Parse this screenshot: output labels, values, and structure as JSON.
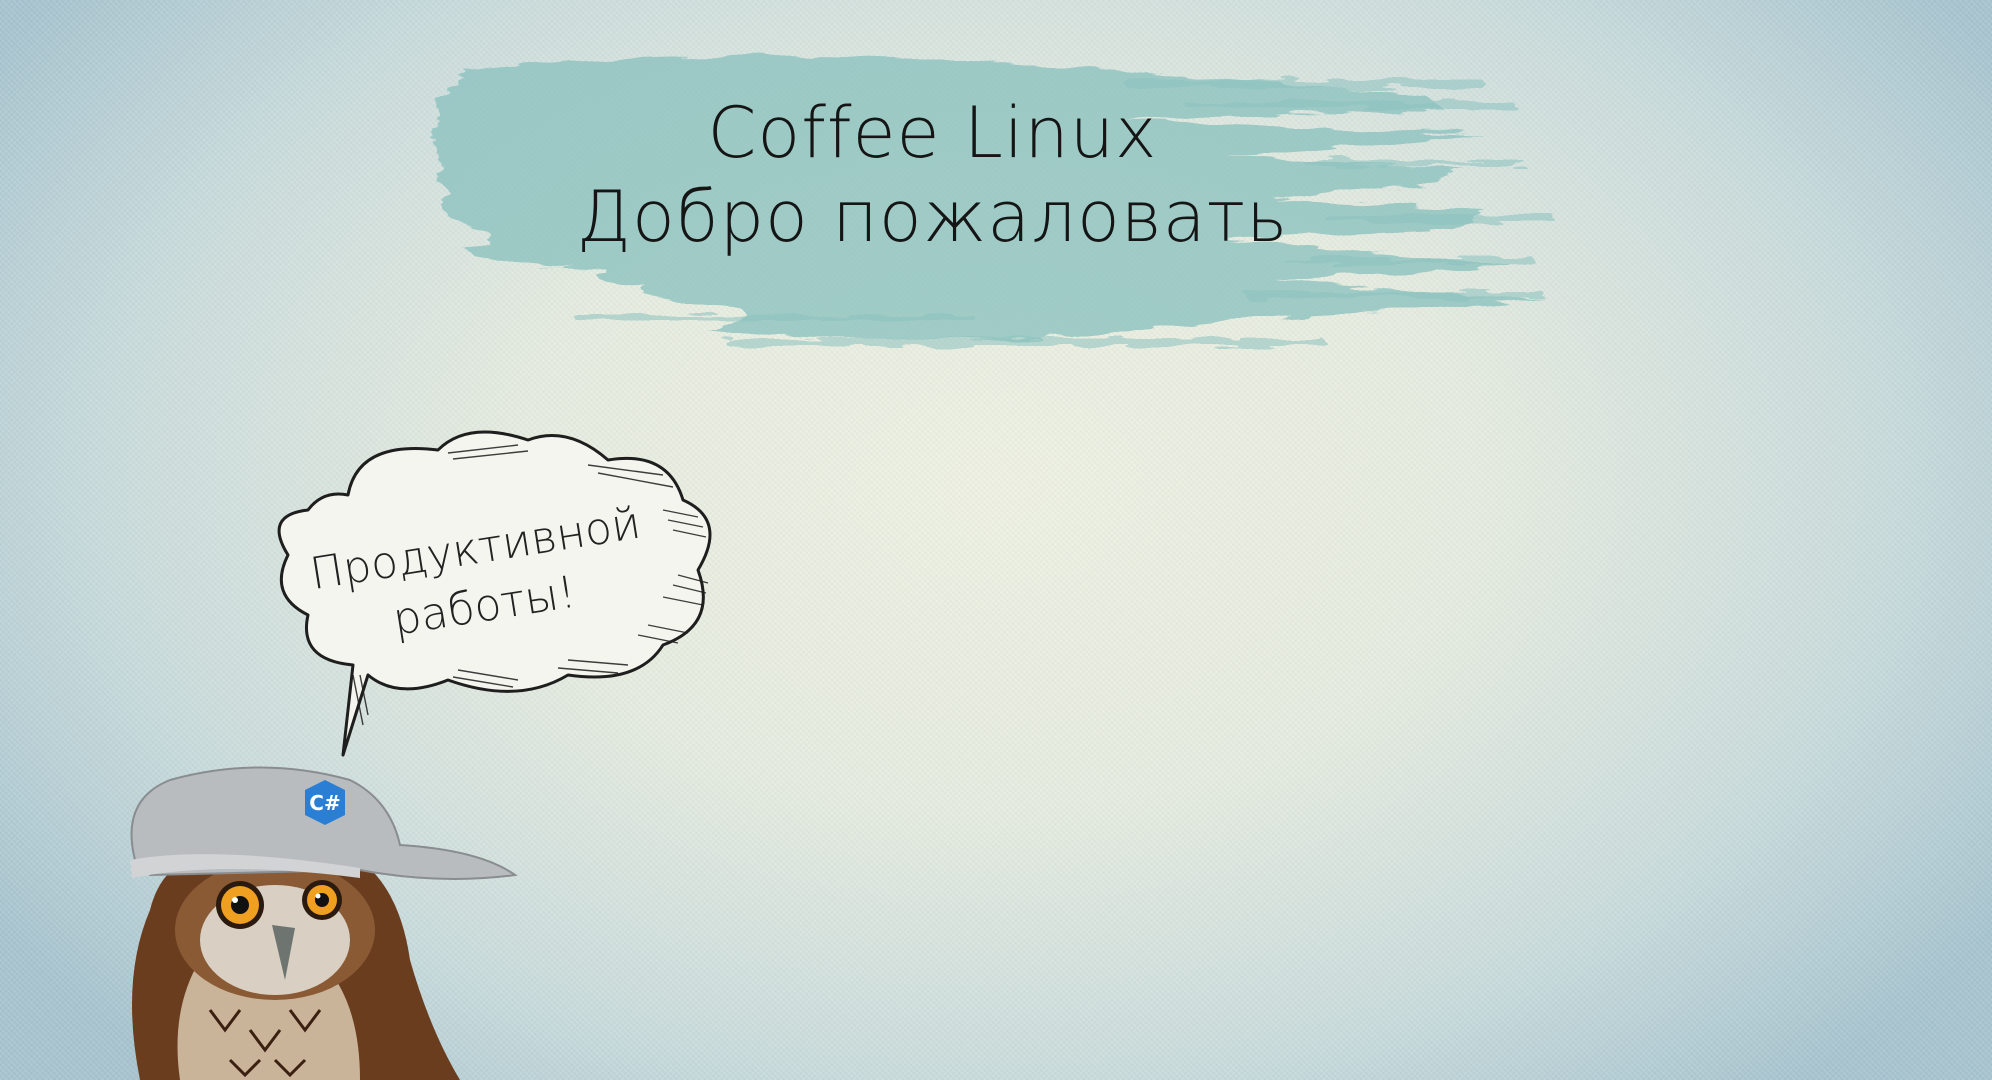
{
  "welcome": {
    "app_name": "Coffee Linux",
    "greeting": "Добро пожаловать"
  },
  "speech_bubble": {
    "line1": "Продуктивной",
    "line2": "работы!"
  },
  "mascot": {
    "icon": "owl-mascot",
    "cap_logo": "C#"
  },
  "colors": {
    "brush": "#8cc2bf",
    "background_center": "#eef1e3",
    "background_edge": "#a7c4cf",
    "cap": "#b9bcbf",
    "cap_logo": "#2a7fd4",
    "owl_feathers": "#7a4a28",
    "owl_eyes": "#f0a020"
  }
}
